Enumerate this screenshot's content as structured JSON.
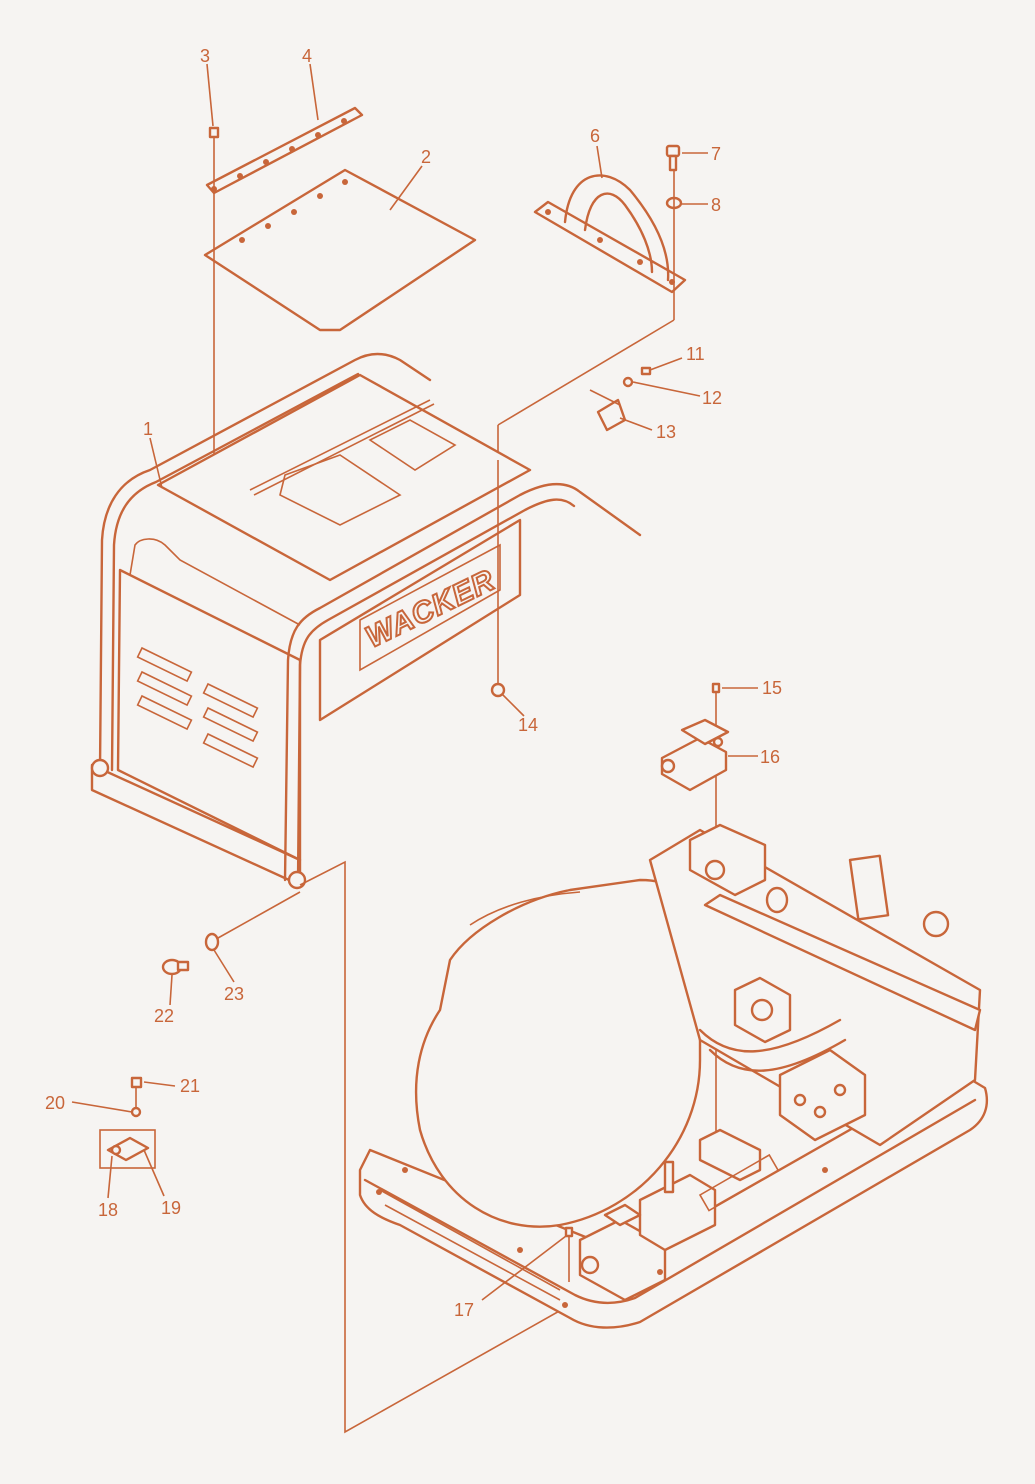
{
  "diagram": {
    "brand_label": "WACKER",
    "callouts": [
      {
        "id": "1",
        "text": "1"
      },
      {
        "id": "2",
        "text": "2"
      },
      {
        "id": "3",
        "text": "3"
      },
      {
        "id": "4",
        "text": "4"
      },
      {
        "id": "6",
        "text": "6"
      },
      {
        "id": "7",
        "text": "7"
      },
      {
        "id": "8",
        "text": "8"
      },
      {
        "id": "11",
        "text": "11"
      },
      {
        "id": "12",
        "text": "12"
      },
      {
        "id": "13",
        "text": "13"
      },
      {
        "id": "14",
        "text": "14"
      },
      {
        "id": "15",
        "text": "15"
      },
      {
        "id": "16",
        "text": "16"
      },
      {
        "id": "17",
        "text": "17"
      },
      {
        "id": "18",
        "text": "18"
      },
      {
        "id": "19",
        "text": "19"
      },
      {
        "id": "20",
        "text": "20"
      },
      {
        "id": "21",
        "text": "21"
      },
      {
        "id": "22",
        "text": "22"
      },
      {
        "id": "23",
        "text": "23"
      }
    ],
    "colors": {
      "line": "#c8663a",
      "background": "#f6f4f2"
    }
  }
}
